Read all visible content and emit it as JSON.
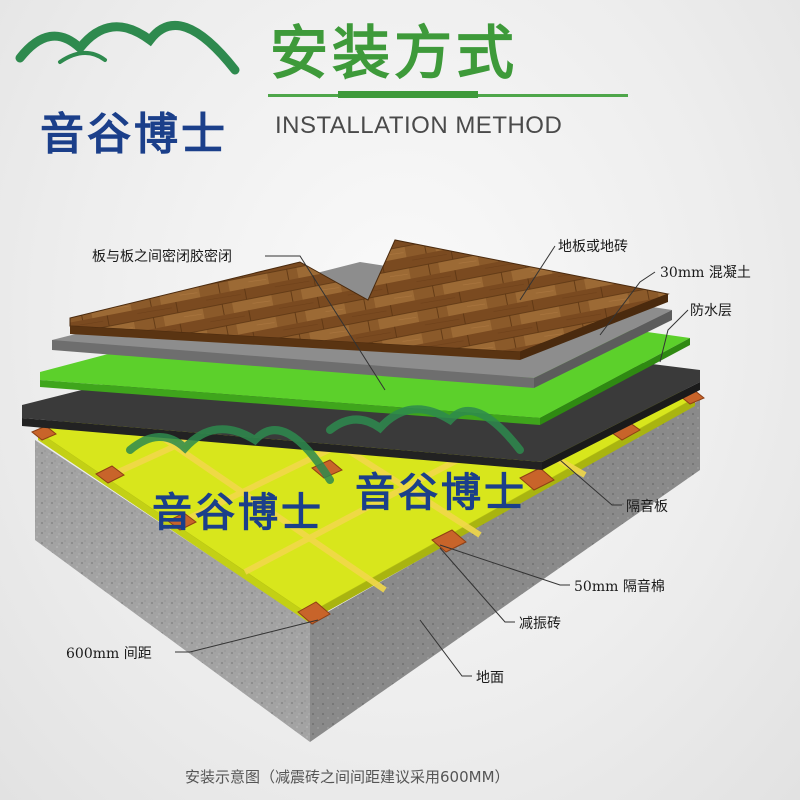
{
  "header": {
    "title_zh": "安装方式",
    "title_en": "INSTALLATION METHOD"
  },
  "brand": {
    "name": "音谷博士",
    "color": "#1b3f8a",
    "mountain_color": "#2e8a4e"
  },
  "labels": {
    "board_seal": "板与板之间密闭胶密闭",
    "floor_tile": "地板或地砖",
    "concrete": "30mm 混凝土",
    "waterproof": "防水层",
    "sound_board": "隔音板",
    "sound_cotton": "50mm 隔音棉",
    "damping_brick": "减振砖",
    "spacing": "600mm 间距",
    "ground": "地面"
  },
  "caption": "安装示意图（减震砖之间间距建议采用600MM）",
  "colors": {
    "accent_green": "#3e9a3a",
    "wood": "#8a5a2b",
    "concrete": "#9a9a9a",
    "waterproof": "#5fd02a",
    "sound_board": "#3a3a3a",
    "insulation": "#d6e81a",
    "damping_brick": "#c8642a"
  }
}
